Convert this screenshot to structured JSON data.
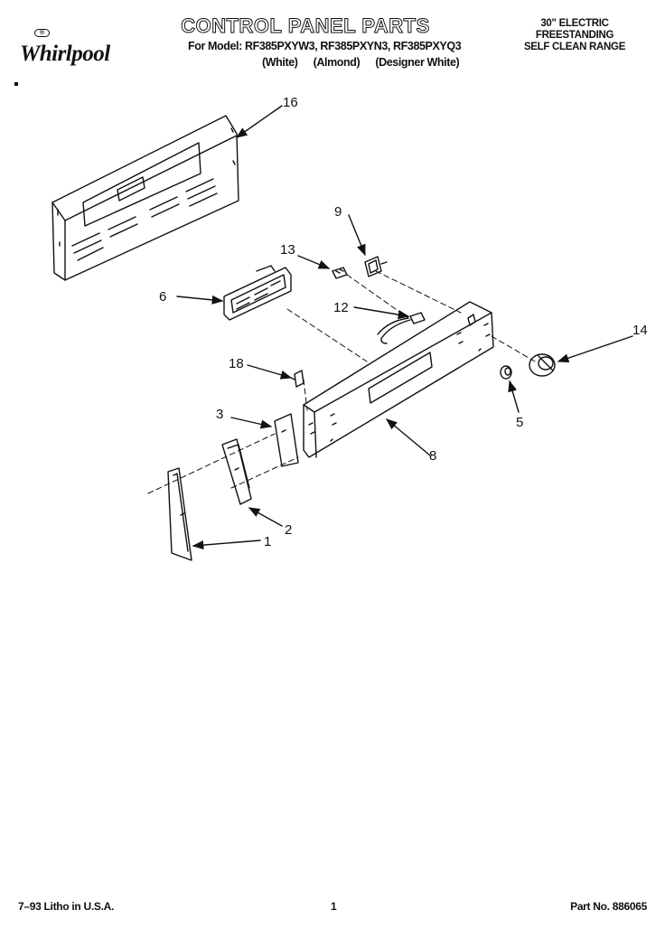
{
  "brand": {
    "name": "Whirlpool",
    "badge": "®"
  },
  "header": {
    "title": "CONTROL PANEL PARTS",
    "models_line": "For Model: RF385PXYW3, RF385PXYN3, RF385PXYQ3",
    "variants": [
      "(White)",
      "(Almond)",
      "(Designer White)"
    ]
  },
  "range_info": {
    "line1": "30\" ELECTRIC",
    "line2": "FREESTANDING",
    "line3": "SELF CLEAN RANGE"
  },
  "callouts": [
    "16",
    "9",
    "13",
    "6",
    "12",
    "14",
    "18",
    "5",
    "3",
    "8",
    "2",
    "1"
  ],
  "footer": {
    "litho": "7–93 Litho in U.S.A.",
    "page": "1",
    "part_no": "Part No. 886065"
  }
}
